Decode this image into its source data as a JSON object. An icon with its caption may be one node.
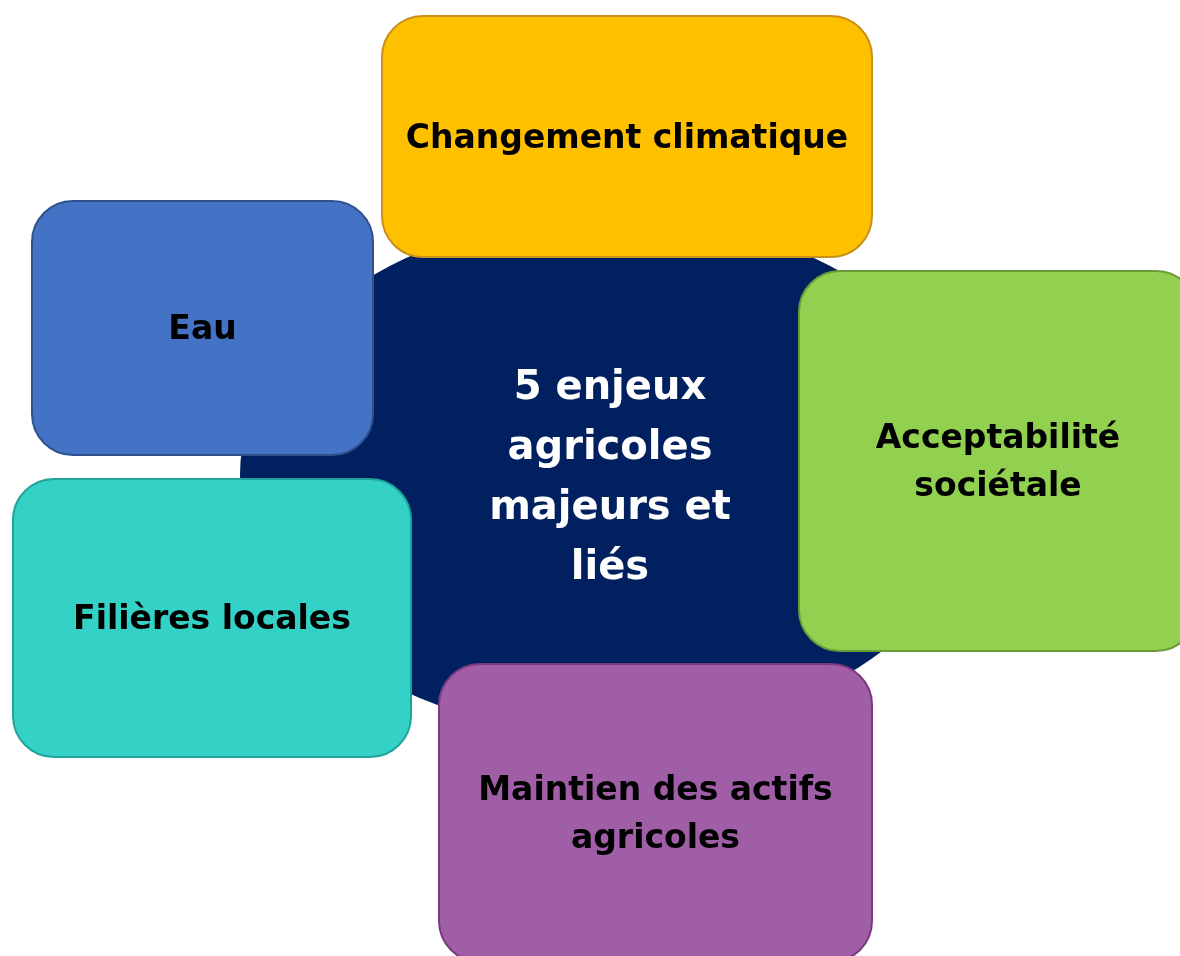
{
  "diagram": {
    "nodes": [
      {
        "text": [
          "Changement climatique"
        ]
      },
      {
        "text": [
          "Eau"
        ]
      },
      {
        "text": [
          "5 enjeux agricoles majeurs et liés"
        ]
      },
      {
        "text": [
          "Acceptabilité sociétale"
        ]
      },
      {
        "text": [
          "Filières locales"
        ]
      },
      {
        "text": [
          "Maintien des actifs agricoles"
        ]
      }
    ]
  }
}
